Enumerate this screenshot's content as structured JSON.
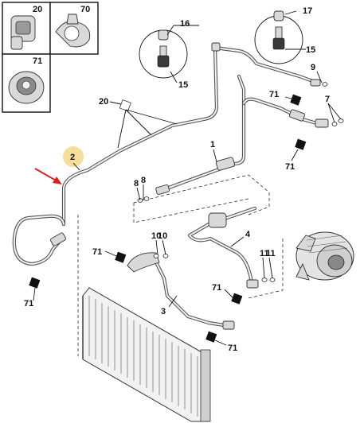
{
  "callouts": {
    "c1": "1",
    "c2": "2",
    "c3": "3",
    "c4": "4",
    "c7": "7",
    "c8a": "8",
    "c8b": "8",
    "c9": "9",
    "c10a": "10",
    "c10b": "10",
    "c11a": "11",
    "c11b": "11",
    "c15a": "15",
    "c15b": "15",
    "c16": "16",
    "c17": "17",
    "c20a": "20",
    "c20b": "20",
    "c70": "70",
    "c71a": "71",
    "c71b": "71",
    "c71c": "71",
    "c71d": "71",
    "c71e": "71",
    "c71f": "71",
    "c71g": "71"
  },
  "colors": {
    "highlight": "#f7dd9a",
    "arrow": "#e02020",
    "line": "#111111",
    "hose": "#555555"
  },
  "icons": {
    "arrow": "red-arrow-icon",
    "highlight": "highlight-circle-icon",
    "marker": "square-marker-icon"
  }
}
